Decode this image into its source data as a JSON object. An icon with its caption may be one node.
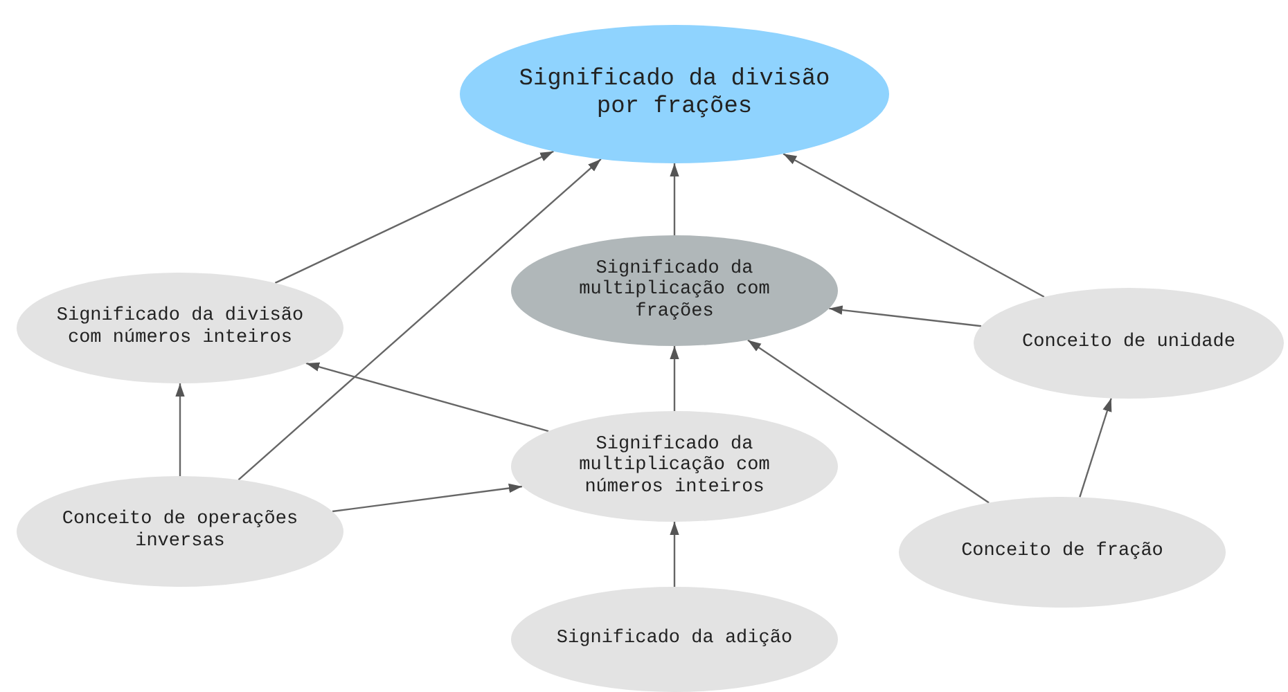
{
  "diagram": {
    "nodes": [
      {
        "text": [
          "Significado da divisão por frações"
        ]
      },
      {
        "text": [
          "Significado da divisão com números inteiros"
        ]
      },
      {
        "text": [
          "Significado da multiplicação com frações"
        ]
      },
      {
        "text": [
          "Conceito de unidade"
        ]
      },
      {
        "text": [
          "Significado da multiplicação com números inteiros"
        ]
      },
      {
        "text": [
          "Conceito de operações inversas"
        ]
      },
      {
        "text": [
          "Conceito de fração"
        ]
      },
      {
        "text": [
          "Significado da adição"
        ]
      }
    ],
    "edges": [
      {
        "from": 1,
        "to": 0,
        "arrow": "to"
      },
      {
        "from": 5,
        "to": 0,
        "arrow": "to"
      },
      {
        "from": 2,
        "to": 0,
        "arrow": "to"
      },
      {
        "from": 3,
        "to": 0,
        "arrow": "to"
      },
      {
        "from": 3,
        "to": 2,
        "arrow": "to"
      },
      {
        "from": 6,
        "to": 2,
        "arrow": "to"
      },
      {
        "from": 6,
        "to": 3,
        "arrow": "to"
      },
      {
        "from": 4,
        "to": 2,
        "arrow": "to"
      },
      {
        "from": 4,
        "to": 1,
        "arrow": "to"
      },
      {
        "from": 5,
        "to": 1,
        "arrow": "to"
      },
      {
        "from": 5,
        "to": 4,
        "arrow": "to"
      },
      {
        "from": 7,
        "to": 4,
        "arrow": "to"
      }
    ]
  }
}
